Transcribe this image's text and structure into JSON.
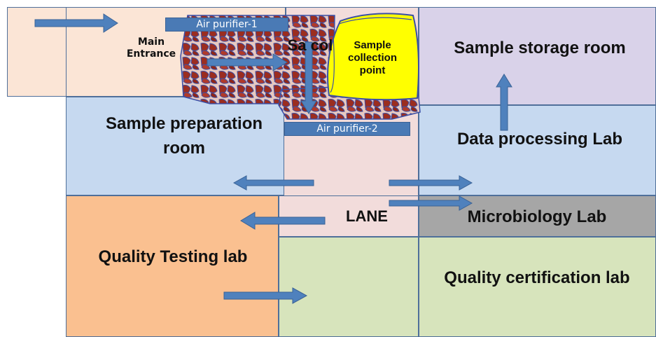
{
  "rooms": {
    "main_entrance": "Main Entrance",
    "sample_collection_room_partial": "Sa col",
    "sample_collection_point": "Sample collection point",
    "sample_storage_room": "Sample storage room",
    "sample_preparation_room": "Sample preparation room",
    "data_processing_lab": "Data processing Lab",
    "lane": "LANE",
    "microbiology_lab": "Microbiology Lab",
    "quality_testing_lab": "Quality Testing lab",
    "quality_certification_lab": "Quality certification lab"
  },
  "tags": {
    "air_purifier_1": "Air purifier-1",
    "air_purifier_2": "Air purifier-2"
  },
  "colors": {
    "entrance_fill": "#fbe5d6",
    "storage_fill": "#d9d2e9",
    "blue_room_fill": "#c6d9f0",
    "lane_fill": "#f2dcdb",
    "microbiology_fill": "#a6a6a6",
    "quality_testing_fill": "#fac090",
    "green_fill": "#d7e4bc",
    "collection_point_fill": "#ffff00",
    "arrow_fill": "#4f81bd",
    "purifier_scribble": "#9b2d20"
  }
}
